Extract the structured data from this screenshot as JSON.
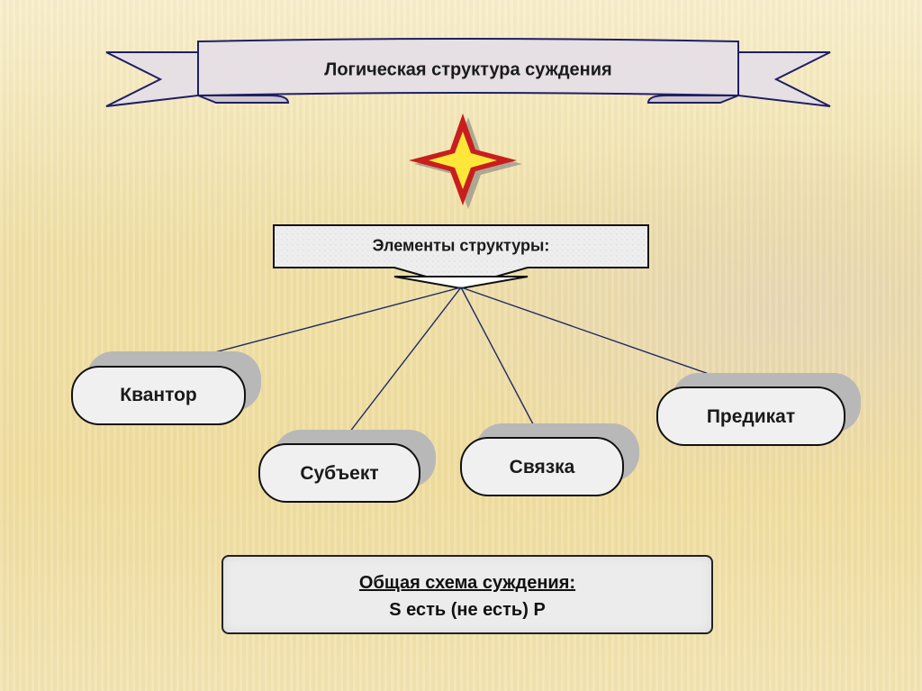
{
  "title": "Логическая структура суждения",
  "elements_heading": "Элементы структуры:",
  "nodes": {
    "quantifier": "Квантор",
    "subject": "Субъект",
    "copula": "Связка",
    "predicate": "Предикат"
  },
  "scheme": {
    "heading": "Общая схема суждения:",
    "formula": "S есть (не есть) P"
  },
  "colors": {
    "ribbon": "#e6dfe3",
    "pill": "#f0f0f0",
    "pill_shadow": "#b8b8b8",
    "star_outer": "#c81e1e",
    "star_inner": "#ffe73a",
    "line": "#1f2a66"
  }
}
